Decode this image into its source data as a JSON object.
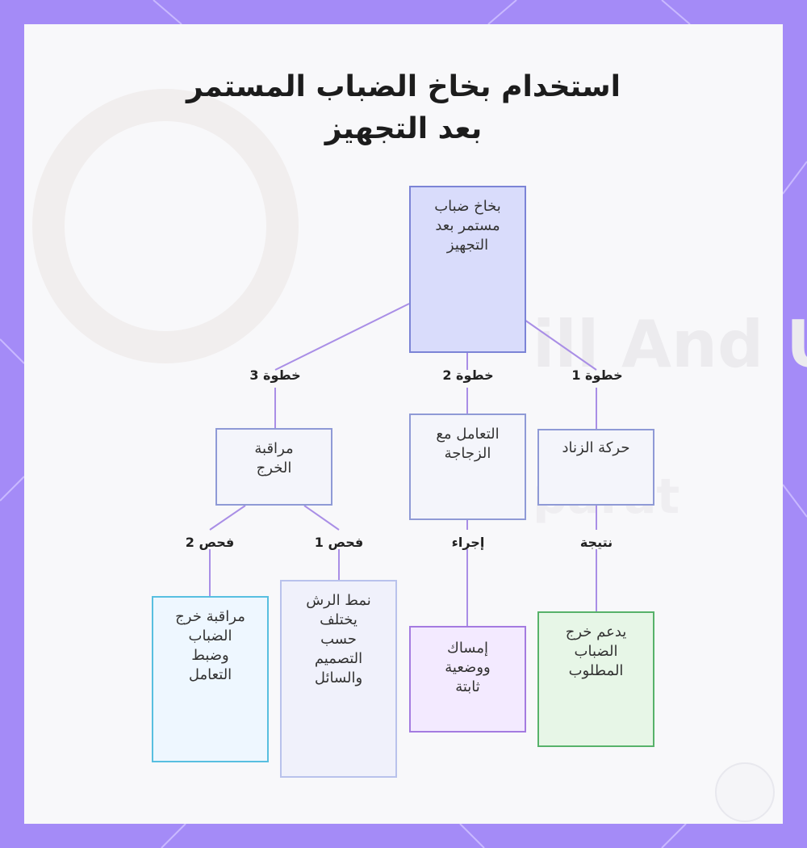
{
  "title": {
    "line1": "استخدام بخاخ الضباب المستمر",
    "line2": "بعد التجهيز"
  },
  "watermark": {
    "line1": "ill And U",
    "line2": "parat"
  },
  "colors": {
    "background": "#a48bf7",
    "edge": "#a98ee6",
    "blue_fill": "#d9dcfb",
    "blue_border": "#7c84d6",
    "gray_fill": "#f4f5fb",
    "gray_border": "#8f9ad6",
    "purple_fill": "#f3eaff",
    "purple_border": "#a47be0",
    "green_fill": "#e7f6e7",
    "green_border": "#57b26a",
    "cyan_fill": "#eef7ff",
    "cyan_border": "#58bfe0",
    "lavender_fill": "#f0f1fb",
    "lavender_border": "#b9c2ec"
  },
  "nodes": {
    "root": {
      "text": "بخاخ ضباب\nمستمر بعد\nالتجهيز"
    },
    "trigger": {
      "text": "حركة الزناد"
    },
    "handling": {
      "text": "التعامل مع\nالزجاجة"
    },
    "monitor": {
      "text": "مراقبة\nالخرج"
    },
    "result": {
      "text": "يدعم خرج\nالضباب\nالمطلوب"
    },
    "grip": {
      "text": "إمساك\nووضعية\nثابتة"
    },
    "pattern": {
      "text": "نمط الرش\nيختلف\nحسب\nالتصميم\nوالسائل"
    },
    "adjust": {
      "text": "مراقبة خرج\nالضباب\nوضبط\nالتعامل"
    }
  },
  "edge_labels": {
    "step1": "خطوة 1",
    "step2": "خطوة 2",
    "step3": "خطوة 3",
    "result": "نتيجة",
    "action": "إجراء",
    "check1": "فحص 1",
    "check2": "فحص 2"
  }
}
